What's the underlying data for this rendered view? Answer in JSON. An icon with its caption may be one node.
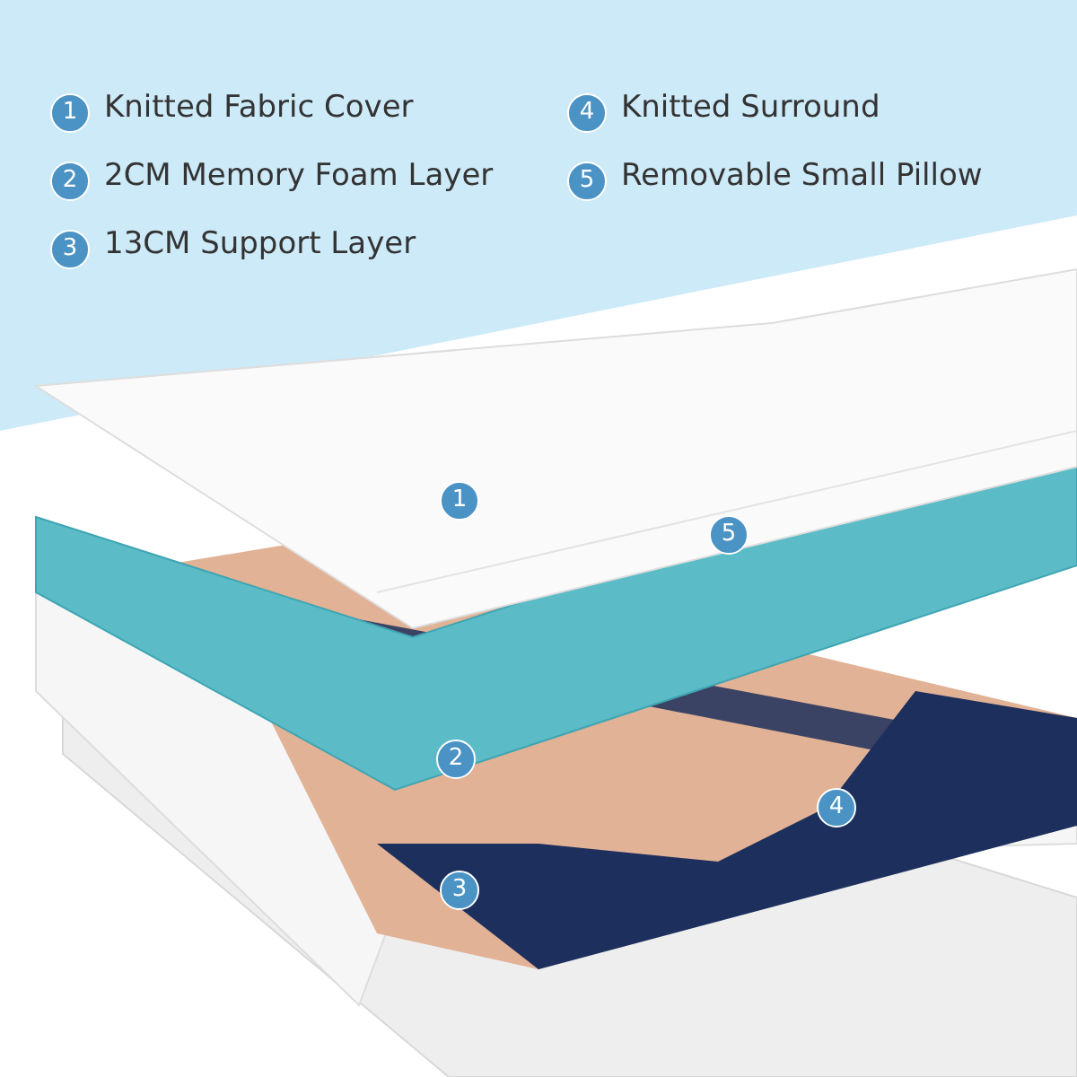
{
  "diagram": {
    "labels": [
      "1",
      "Knitted Fabric Cover",
      "4",
      "Knitted Surround",
      "2",
      "2CM Memory Foam Layer",
      "5",
      "Removable Small Pillow",
      "3",
      "13CM Support Layer",
      "1",
      "5",
      "2",
      "4",
      "3"
    ]
  }
}
